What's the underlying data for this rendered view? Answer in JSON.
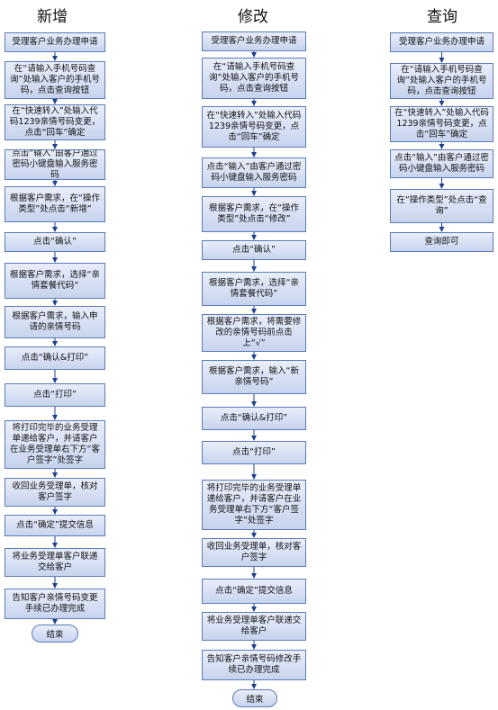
{
  "columns": [
    {
      "title": "新增",
      "steps": [
        "受理客户业务办理申请",
        "在“请输入手机号码查询”处输入客户的手机号码，点击查询按钮",
        "在“快速转入”处输入代码1239亲情号码变更，点击“回车”确定",
        "点击“输入”由客户通过密码小键盘输入服务密码",
        "根据客户需求，在“操作类型”处点击“新增”",
        "点击“确认”",
        "根据客户需求，选择“亲情套餐代码”",
        "根据客户需求，输入申请的亲情号码",
        "点击“确认&打印”",
        "点击“打印”",
        "将打印完毕的业务受理单递给客户，并请客户在业务受理单右下方“客户签字”处签字",
        "收回业务受理单，核对客户签字",
        "点击“确定”提交信息",
        "将业务受理单客户联递交给客户",
        "告知客户亲情号码变更手续已办理完成"
      ],
      "end": "结束"
    },
    {
      "title": "修改",
      "steps": [
        "受理客户业务办理申请",
        "在“请输入手机号码查询”处输入客户的手机号码，点击查询按钮",
        "在“快速转入”处输入代码1239亲情号码变更，点击“回车”确定",
        "点击“输入”由客户通过密码小键盘输入服务密码",
        "根据客户需求，在“操作类型”处点击“修改”",
        "点击“确认”",
        "根据客户需求，选择“亲情套餐代码”",
        "根据客户需求，将需要修改的亲情号码前点击上“√”",
        "根据客户需求，输入“新亲情号码”",
        "点击“确认&打印”",
        "点击“打印”",
        "将打印完毕的业务受理单递给客户，并请客户在业务受理单右下方“客户签字”处签字",
        "收回业务受理单，核对客户签字",
        "点击“确定”提交信息",
        "将业务受理单客户联递交给客户",
        "告知客户亲情号码修改手续已办理完成"
      ],
      "end": "结束"
    },
    {
      "title": "查询",
      "steps": [
        "受理客户业务办理申请",
        "在“请输入手机号码查询”处输入客户的手机号码，点击查询按钮",
        "在“快速转入”处输入代码1239亲情号码变更，点击“回车”确定",
        "点击“输入”由客户通过密码小键盘输入服务密码",
        "在“操作类型”处点击“查询”",
        "查询即可"
      ],
      "end": ""
    }
  ],
  "colors": {
    "box_border": "#5b7cb8",
    "box_fill": "#c7d3ee",
    "arrow": "#1f3f8f"
  }
}
